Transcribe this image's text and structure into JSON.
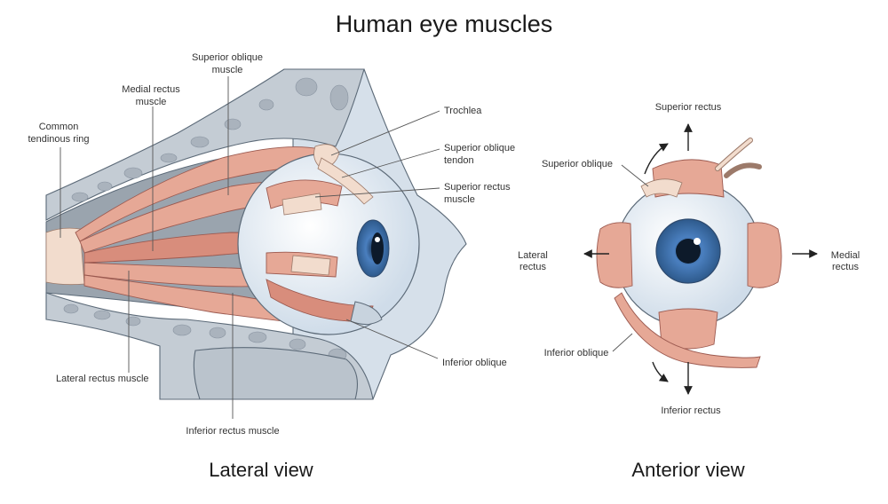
{
  "title": "Human eye muscles",
  "colors": {
    "muscle": "#e6a896",
    "tendon": "#f2dccd",
    "bone": "#c4ccd4",
    "iris": "#5b8fc9",
    "sclera": "#e9f0f7"
  },
  "lateral": {
    "caption": "Lateral view",
    "labels": {
      "superior_oblique_muscle_1": "Superior oblique",
      "superior_oblique_muscle_2": "muscle",
      "medial_rectus_1": "Medial rectus",
      "medial_rectus_2": "muscle",
      "common_ring_1": "Common",
      "common_ring_2": "tendinous ring",
      "trochlea": "Trochlea",
      "sup_oblique_tendon_1": "Superior oblique",
      "sup_oblique_tendon_2": "tendon",
      "superior_rectus_1": "Superior rectus",
      "superior_rectus_2": "muscle",
      "inferior_oblique": "Inferior oblique",
      "lateral_rectus": "Lateral rectus muscle",
      "inferior_rectus": "Inferior rectus muscle"
    }
  },
  "anterior": {
    "caption": "Anterior view",
    "labels": {
      "superior_rectus": "Superior rectus",
      "superior_oblique": "Superior oblique",
      "lateral_rectus_1": "Lateral",
      "lateral_rectus_2": "rectus",
      "medial_rectus_1": "Medial",
      "medial_rectus_2": "rectus",
      "inferior_oblique": "Inferior oblique",
      "inferior_rectus": "Inferior rectus"
    }
  }
}
